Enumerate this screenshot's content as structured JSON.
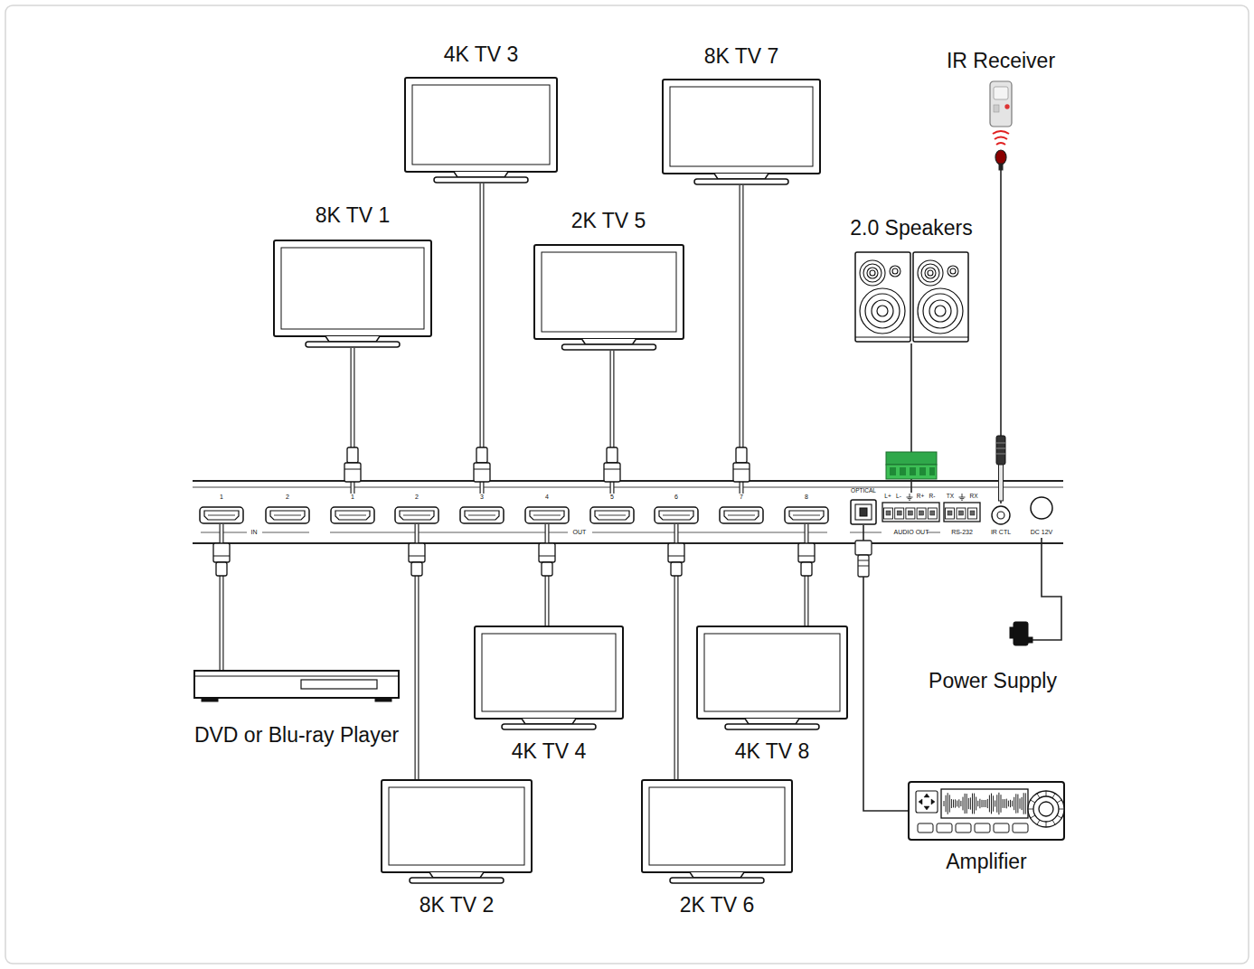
{
  "diagram": {
    "nodes": [
      {
        "text": [
          "4K TV 3"
        ]
      },
      {
        "text": [
          "8K TV 7"
        ]
      },
      {
        "text": [
          "IR Receiver"
        ]
      },
      {
        "text": [
          "8K TV 1"
        ]
      },
      {
        "text": [
          "2K TV 5"
        ]
      },
      {
        "text": [
          "2.0 Speakers"
        ]
      },
      {
        "text": [
          "1"
        ]
      },
      {
        "text": [
          "2"
        ]
      },
      {
        "text": [
          "1"
        ]
      },
      {
        "text": [
          "2"
        ]
      },
      {
        "text": [
          "3"
        ]
      },
      {
        "text": [
          "4"
        ]
      },
      {
        "text": [
          "5"
        ]
      },
      {
        "text": [
          "6"
        ]
      },
      {
        "text": [
          "7"
        ]
      },
      {
        "text": [
          "8"
        ]
      },
      {
        "text": [
          "OPTICAL"
        ]
      },
      {
        "text": [
          "L+",
          "L-",
          "R+",
          "R-",
          "AUDIO OUT"
        ]
      },
      {
        "text": [
          "TX",
          "RX",
          "RS-232"
        ]
      },
      {
        "text": [
          "IR CTL"
        ]
      },
      {
        "text": [
          "DC 12V"
        ]
      },
      {
        "text": [
          "4K TV 4"
        ]
      },
      {
        "text": [
          "4K TV 8"
        ]
      },
      {
        "text": [
          "DVD or Blu-ray Player"
        ]
      },
      {
        "text": [
          "Power Supply"
        ]
      },
      {
        "text": [
          "8K TV 2"
        ]
      },
      {
        "text": [
          "2K TV 6"
        ]
      },
      {
        "text": [
          "Amplifier"
        ]
      }
    ],
    "edges": [
      {
        "from": 23,
        "to": 6,
        "arrow": "none"
      },
      {
        "from": 8,
        "to": 3,
        "arrow": "none"
      },
      {
        "from": 9,
        "to": 25,
        "arrow": "none"
      },
      {
        "from": 10,
        "to": 0,
        "arrow": "none"
      },
      {
        "from": 11,
        "to": 21,
        "arrow": "none"
      },
      {
        "from": 12,
        "to": 4,
        "arrow": "none"
      },
      {
        "from": 13,
        "to": 26,
        "arrow": "none"
      },
      {
        "from": 14,
        "to": 1,
        "arrow": "none"
      },
      {
        "from": 15,
        "to": 22,
        "arrow": "none"
      },
      {
        "from": 17,
        "to": 5,
        "arrow": "none"
      },
      {
        "from": 2,
        "to": 19,
        "arrow": "none"
      },
      {
        "from": 24,
        "to": 20,
        "arrow": "none"
      },
      {
        "from": 16,
        "to": 27,
        "arrow": "none"
      }
    ],
    "labels": [
      "IN",
      "OUT"
    ]
  }
}
